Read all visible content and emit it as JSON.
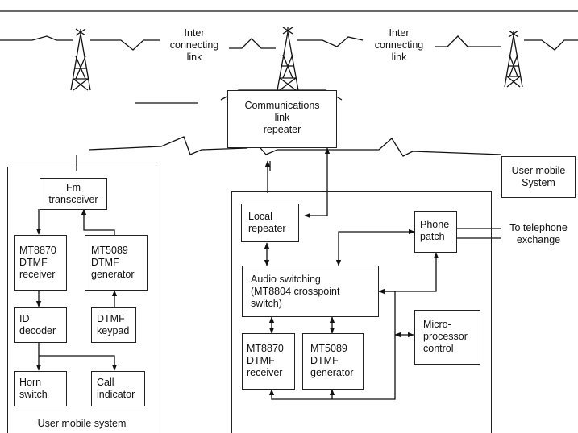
{
  "towers": {
    "link_left": "Inter\nconnecting\nlink",
    "link_right": "Inter\nconnecting\nlink"
  },
  "repeater": {
    "title": "Communications\nlink\nrepeater"
  },
  "mobile": {
    "caption": "User mobile system",
    "fm": "Fm\ntransceiver",
    "dtmf_rx": "MT8870\nDTMF\nreceiver",
    "dtmf_gen": "MT5089\nDTMF\ngenerator",
    "id_decoder": "ID\ndecoder",
    "keypad": "DTMF\nkeypad",
    "horn": "Horn\nswitch",
    "call_ind": "Call\nindicator"
  },
  "right_mobile": "User mobile\nSystem",
  "base": {
    "local_rep": "Local\nrepeater",
    "phone_patch": "Phone\npatch",
    "exchange": "To telephone\nexchange",
    "audio": "Audio switching\n(MT8804 crosspoint\nswitch)",
    "micro": "Micro-\nprocessor\ncontrol",
    "dtmf_rx": "MT8870\nDTMF\nreceiver",
    "dtmf_gen": "MT5089\nDTMF\ngenerator"
  }
}
